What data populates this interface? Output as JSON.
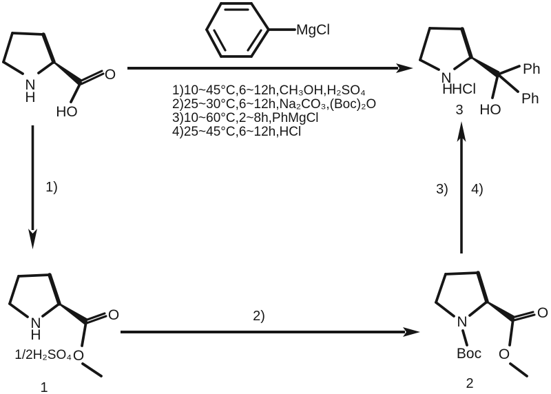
{
  "scheme": {
    "colors": {
      "background": "#ffffff",
      "ink": "#161616"
    },
    "grignard_reagent": {
      "metal_label": "MgCl"
    },
    "conditions": [
      "1)10~45°C,6~12h,CH₃OH,H₂SO₄",
      "2)25~30°C,6~12h,Na₂CO₃,(Boc)₂O",
      "3)10~60°C,2~8h,PhMgCl",
      "4)25~45°C,6~12h,HCl"
    ],
    "steps": {
      "step1": "1)",
      "step2": "2)",
      "step3": "3)",
      "step4": "4)"
    },
    "proline": {
      "n": "N",
      "h": "H",
      "carbonyl_o": "O",
      "hydroxyl": "HO"
    },
    "compound1": {
      "n": "N",
      "h": "H",
      "carbonyl_o": "O",
      "ester_o": "O",
      "salt": "1/2H₂SO₄",
      "number": "1"
    },
    "compound2": {
      "n": "N",
      "boc": "Boc",
      "carbonyl_o": "O",
      "ester_o": "O",
      "number": "2"
    },
    "compound3": {
      "n": "N",
      "h": "H",
      "hcl": "HCl",
      "ph_upper": "Ph",
      "ph_lower": "Ph",
      "hydroxyl": "HO",
      "number": "3"
    }
  }
}
